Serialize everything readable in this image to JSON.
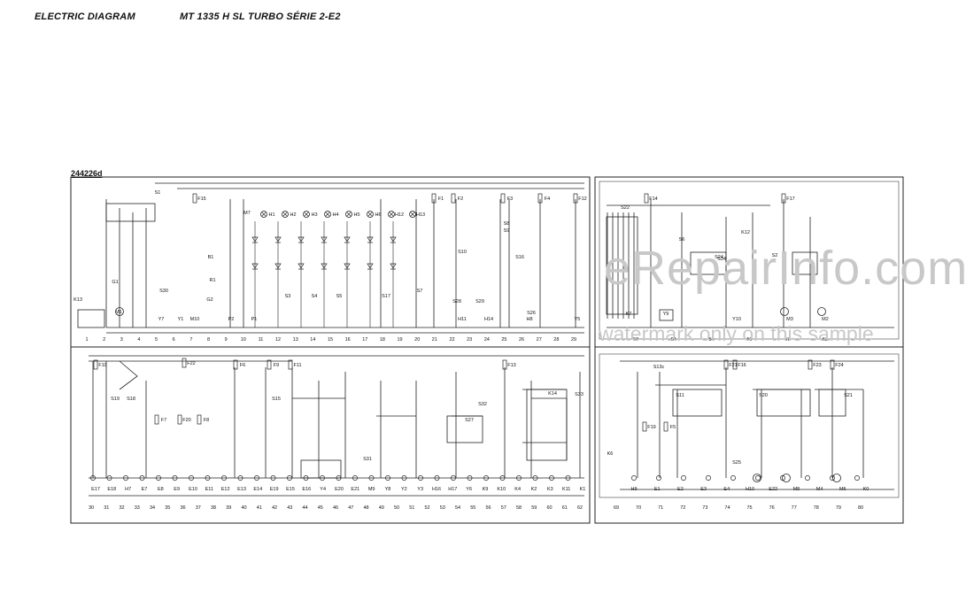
{
  "header": {
    "left_title": "ELECTRIC DIAGRAM",
    "model_title": "MT 1335 H SL TURBO SÉRIE 2-E2"
  },
  "diagram_id": "244226d",
  "watermark": {
    "logo": "eRepairInfo.com",
    "note": "watermark only on this sample"
  },
  "top_left_numbers": [
    "1",
    "2",
    "3",
    "4",
    "5",
    "6",
    "7",
    "8",
    "9",
    "10",
    "11",
    "12",
    "13",
    "14",
    "15",
    "16",
    "17",
    "18",
    "19",
    "20",
    "21",
    "22",
    "23",
    "24",
    "25",
    "26",
    "27",
    "28",
    "29"
  ],
  "top_right_numbers": [
    "53",
    "54",
    "55",
    "56",
    "57",
    "58"
  ],
  "bottom_left_numbers": [
    "30",
    "31",
    "32",
    "33",
    "34",
    "35",
    "36",
    "37",
    "38",
    "39",
    "40",
    "41",
    "42",
    "43",
    "44",
    "45",
    "46",
    "47",
    "48",
    "49",
    "50",
    "51",
    "52",
    "53",
    "54",
    "55",
    "56",
    "57",
    "58",
    "59",
    "60",
    "61",
    "62"
  ],
  "bottom_right_numbers": [
    "69",
    "70",
    "71",
    "72",
    "73",
    "74",
    "75",
    "76",
    "77",
    "78",
    "79",
    "80"
  ],
  "top_lamps": [
    "H1",
    "H2",
    "H3",
    "H4",
    "H5",
    "H6",
    "H12",
    "H13"
  ],
  "top_fuses": [
    "F15",
    "F1",
    "F2",
    "F3",
    "F4",
    "F12",
    "F14",
    "F17"
  ],
  "bottom_fuses": [
    "F10",
    "F22",
    "F6",
    "F9",
    "F11",
    "F7",
    "F8",
    "F20",
    "F13",
    "F21",
    "F16",
    "F23",
    "F24",
    "F19",
    "F5"
  ],
  "bottom_left_labels": [
    "E17",
    "E18",
    "H7",
    "E7",
    "E8",
    "E9",
    "E10",
    "E11",
    "E12",
    "E13",
    "E14",
    "E19",
    "E15",
    "E16",
    "Y4",
    "E20",
    "E21",
    "M9",
    "Y8",
    "Y2",
    "Y3",
    "H16",
    "H17",
    "Y6",
    "K9",
    "K10",
    "K4",
    "K2",
    "K3",
    "K11",
    "K1"
  ],
  "bottom_right_labels": [
    "H9",
    "E1",
    "E2",
    "E3",
    "E4",
    "H10",
    "E22",
    "M8",
    "M4",
    "M6",
    "K0"
  ],
  "relay_labels": [
    "S1",
    "S19",
    "S18",
    "S15",
    "S31",
    "S32",
    "S27",
    "S28",
    "S10",
    "S16",
    "S29",
    "S26",
    "S8",
    "S22",
    "S24",
    "S34",
    "S2",
    "S21",
    "S20",
    "S25",
    "S11",
    "S13c",
    "S33",
    "S30",
    "S6",
    "S9",
    "S7",
    "S17",
    "S3",
    "S4",
    "S5",
    "K12",
    "K13",
    "K14",
    "K6",
    "K7",
    "Y7",
    "Y1",
    "P1",
    "P2",
    "M1",
    "M2",
    "M3",
    "M7",
    "M10",
    "G1",
    "G2",
    "Y5",
    "Y9",
    "Y10",
    "H11",
    "H14",
    "H8",
    "B1",
    "R1"
  ]
}
